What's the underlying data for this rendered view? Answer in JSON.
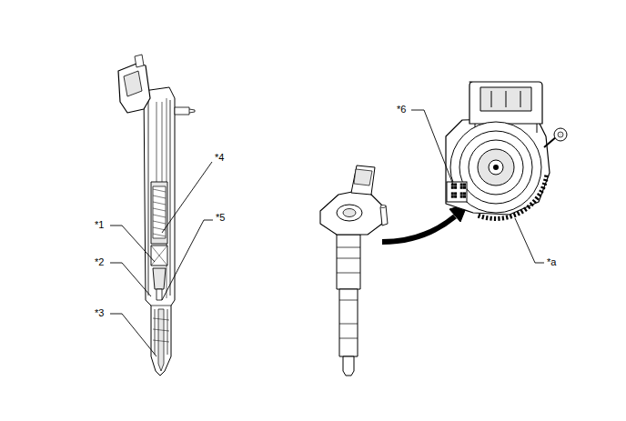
{
  "diagram": {
    "labels": [
      "*1",
      "*2",
      "*3",
      "*4",
      "*5",
      "*6",
      "*a"
    ]
  }
}
